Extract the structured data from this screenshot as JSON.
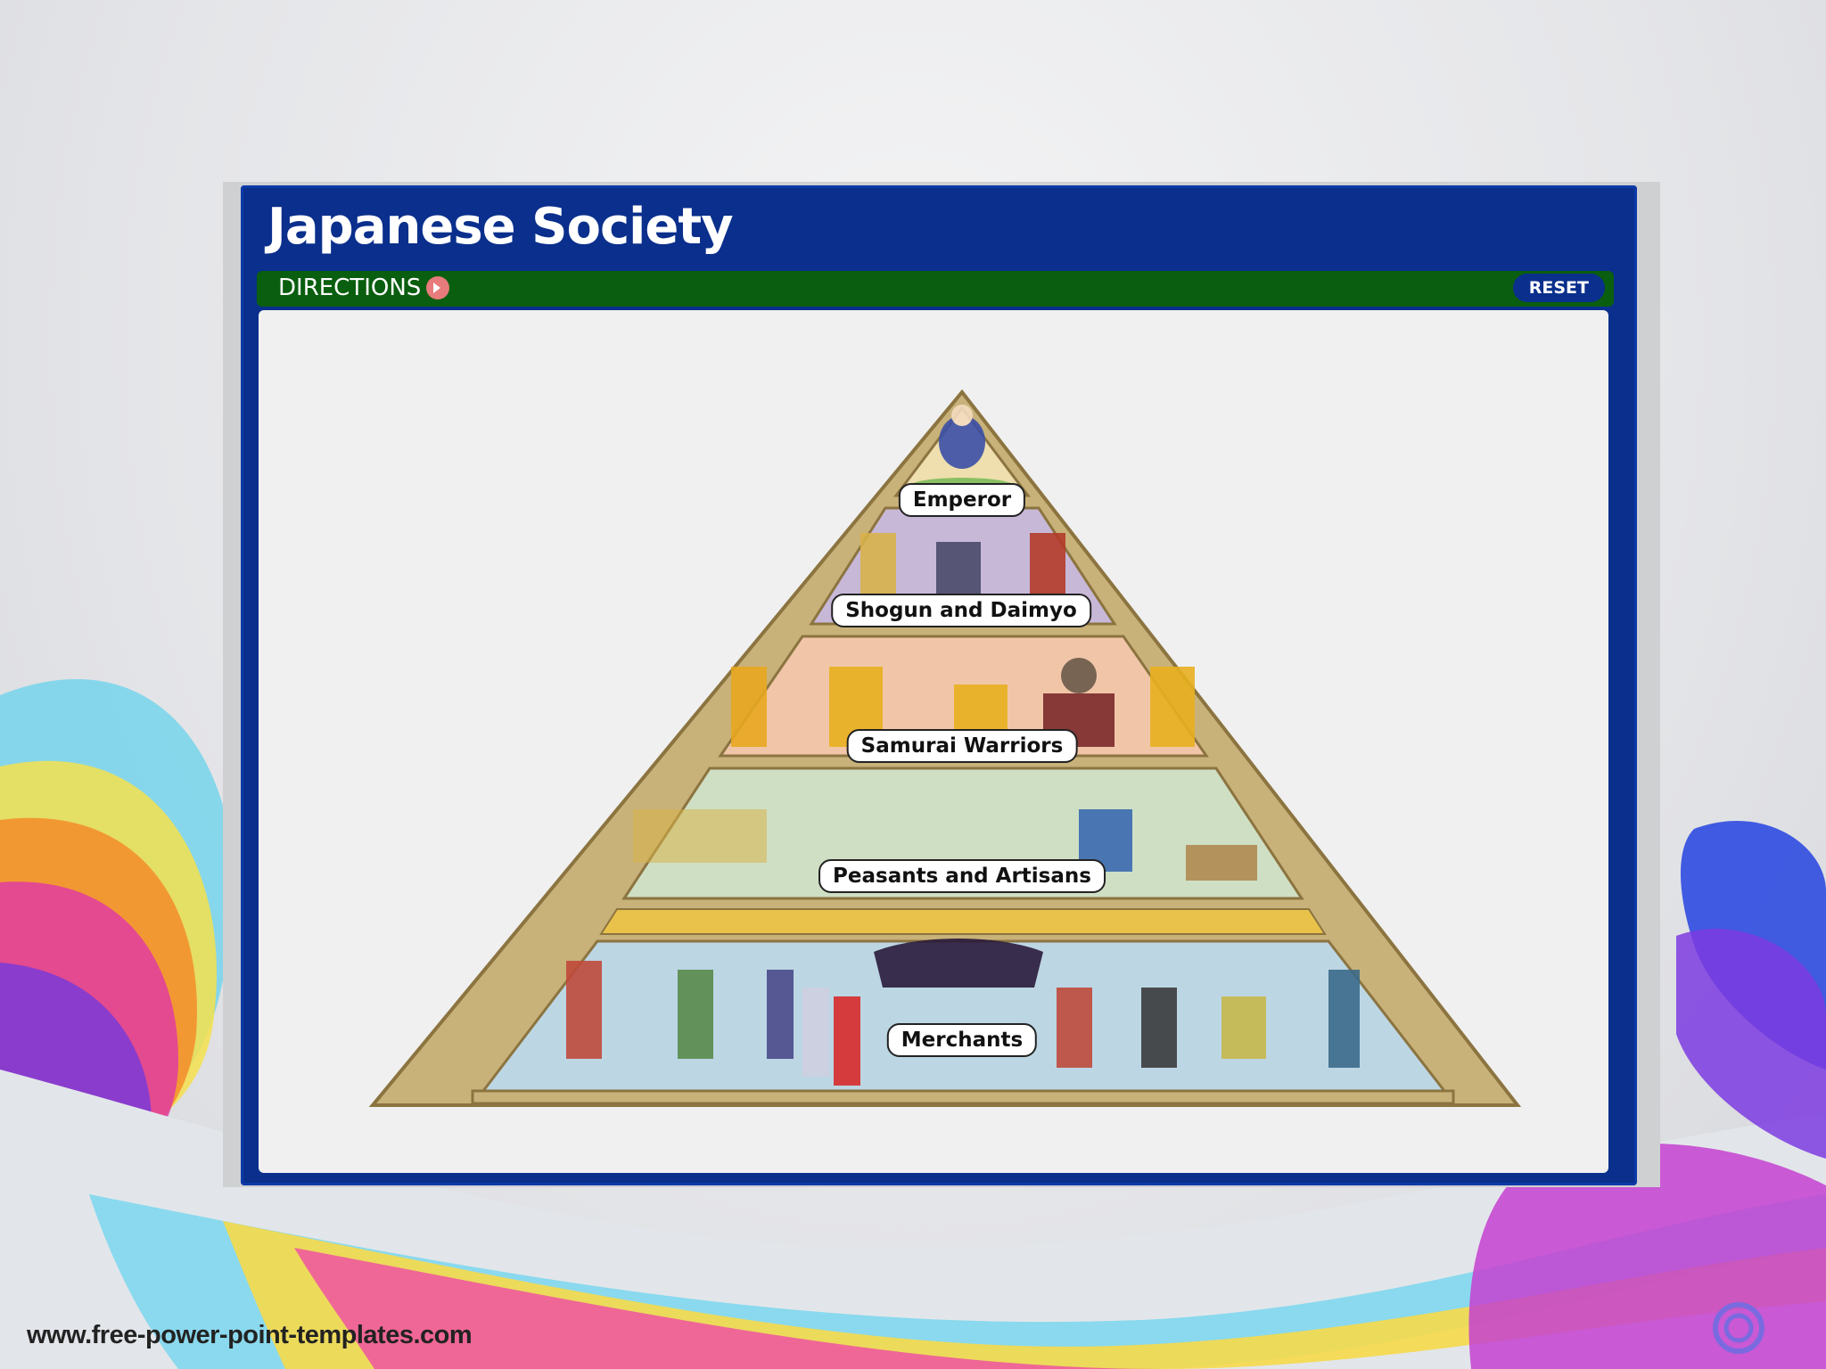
{
  "window": {
    "title": "Japanese Society"
  },
  "toolbar": {
    "directions_label": "DIRECTIONS",
    "reset_label": "RESET"
  },
  "pyramid": {
    "tiers": [
      {
        "label": "Emperor",
        "color": "#efdfae"
      },
      {
        "label": "Shogun and Daimyo",
        "color": "#c8b8d8"
      },
      {
        "label": "Samurai Warriors",
        "color": "#f1c6a8"
      },
      {
        "label": "Peasants and Artisans",
        "color": "#cfdfc4"
      },
      {
        "label": "Merchants",
        "color": "#bcd6e4"
      }
    ]
  },
  "footer": {
    "url": "www.free-power-point-templates.com"
  },
  "colors": {
    "title_bar": "#0a2f8c",
    "toolbar": "#0a5e0f",
    "canvas": "#f0f0f0",
    "frame_wood": "#c9b27a"
  }
}
